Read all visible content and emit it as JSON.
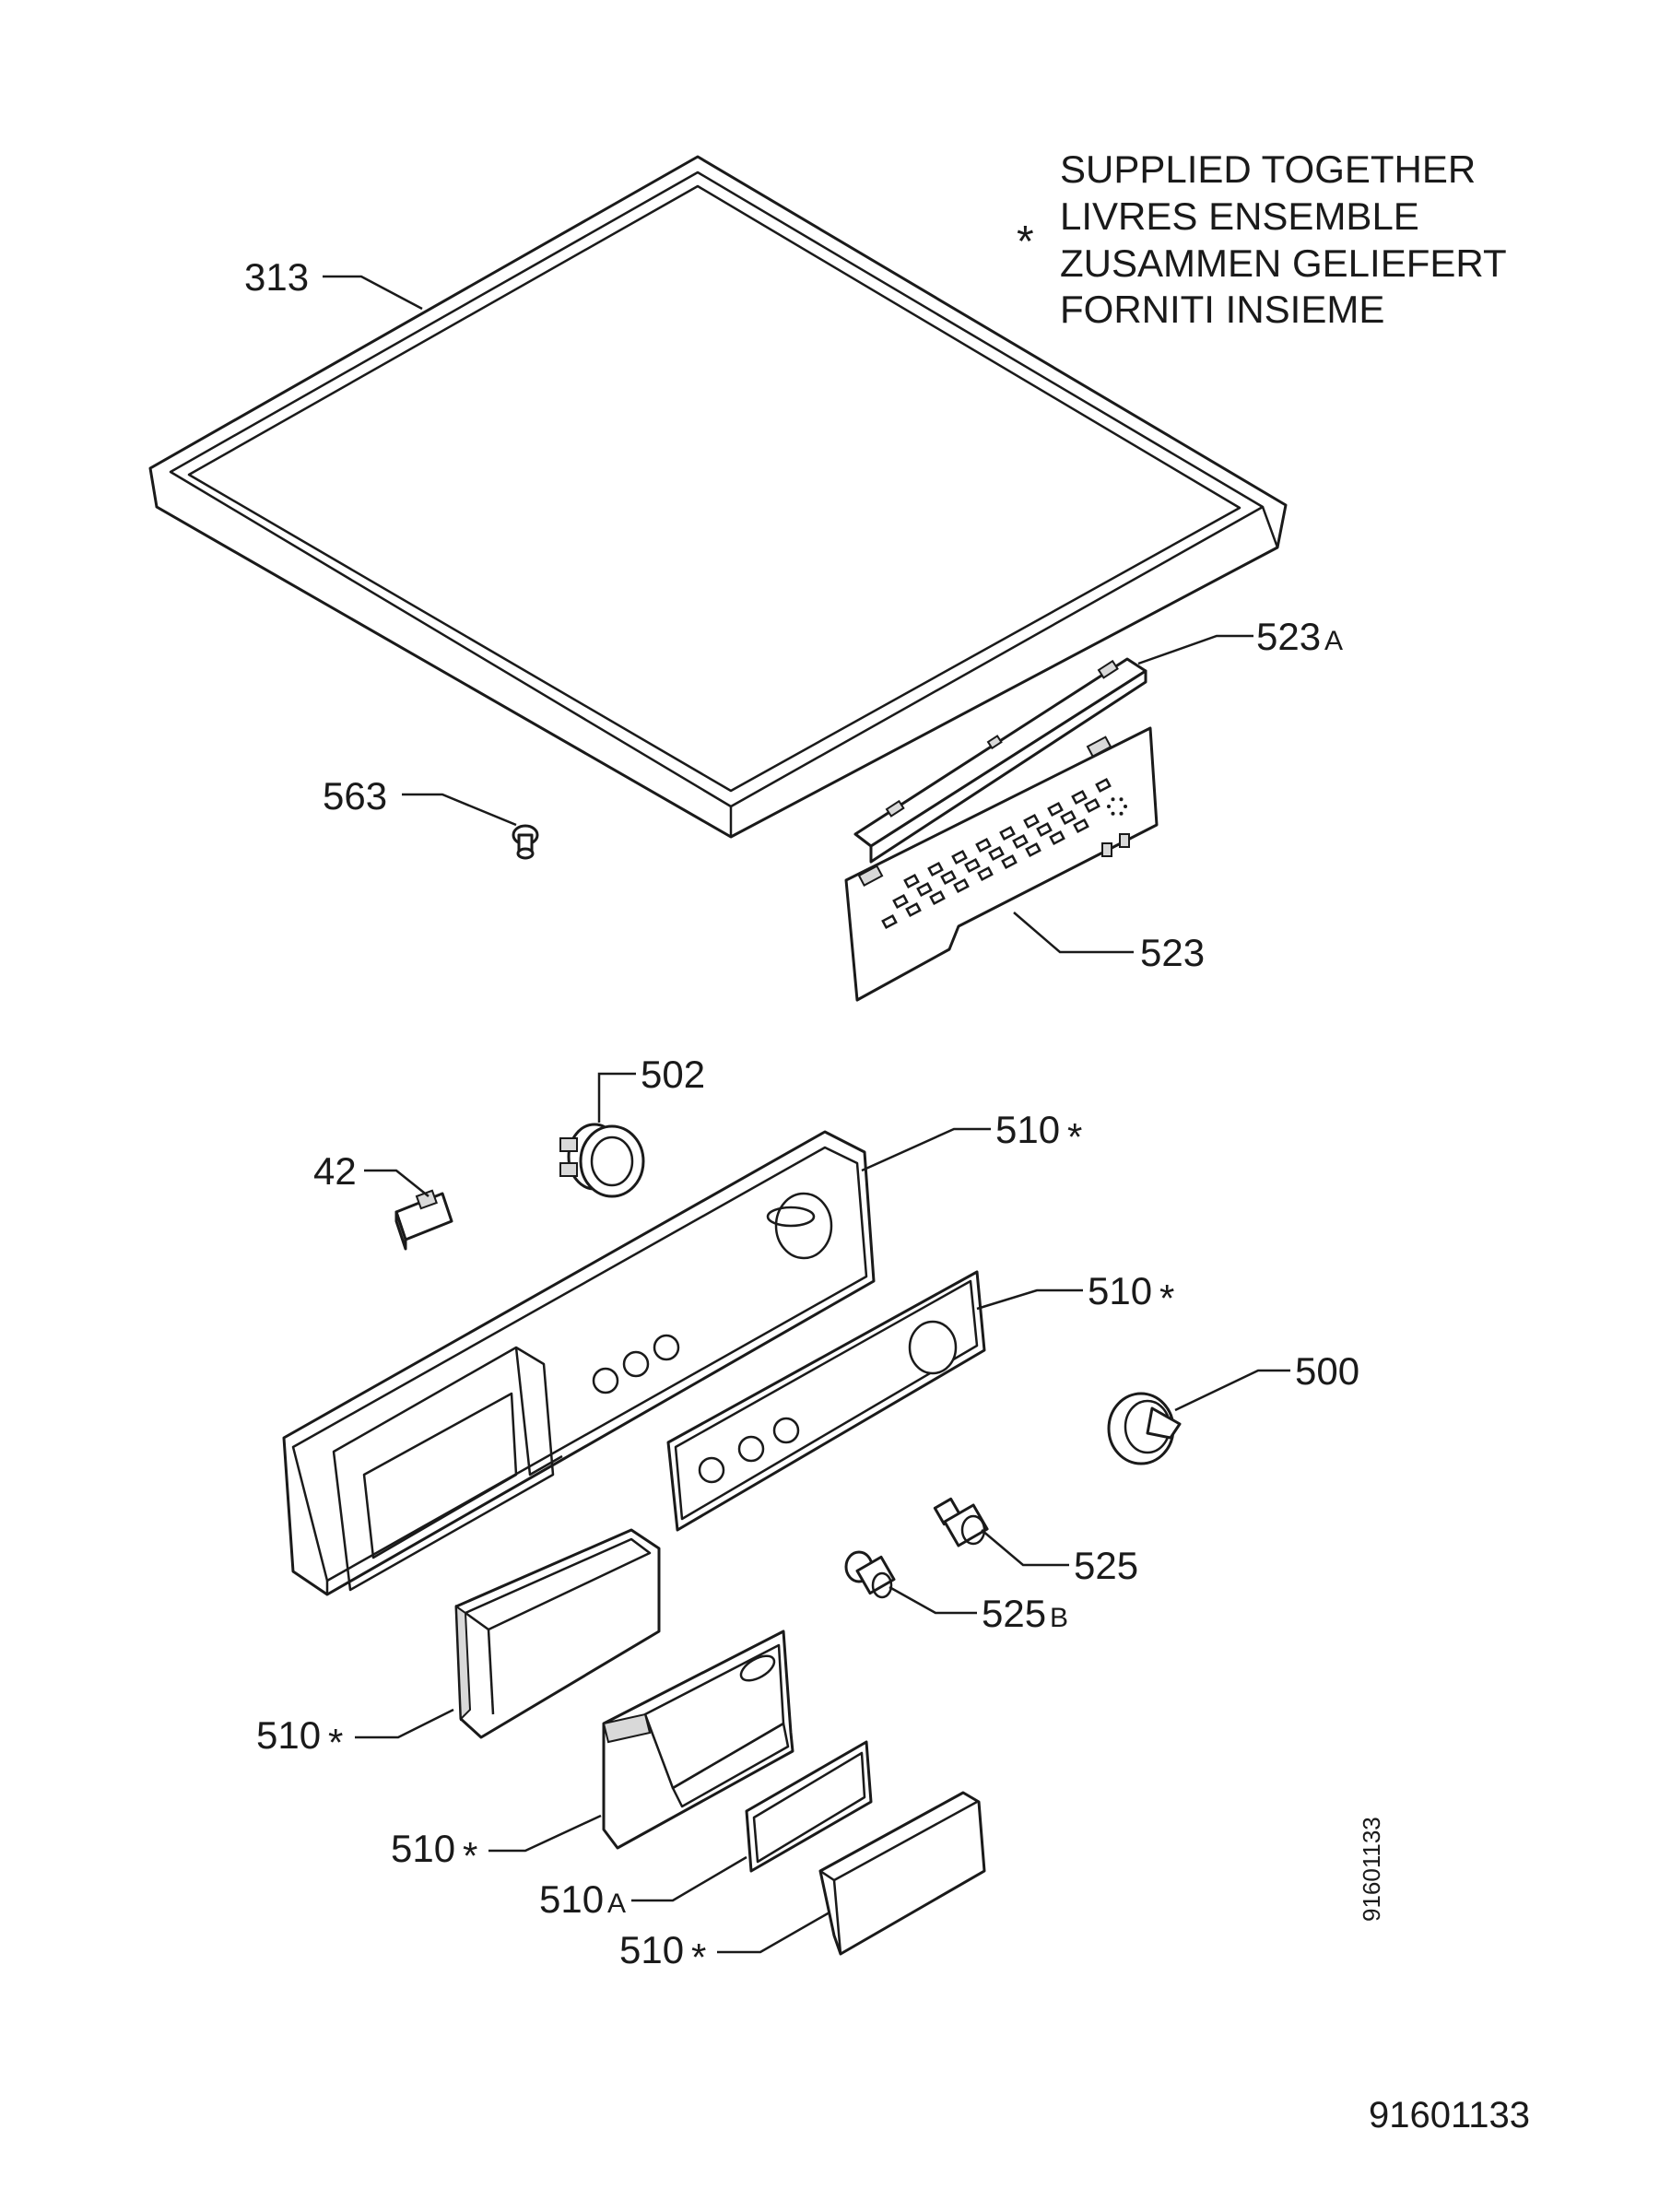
{
  "legend": {
    "symbol": "*",
    "lines": [
      "SUPPLIED TOGETHER",
      "LIVRES ENSEMBLE",
      "ZUSAMMEN GELIEFERT",
      "FORNITI INSIEME"
    ]
  },
  "labels": {
    "p313": "313",
    "p523A_num": "523",
    "p523A_suf": "A",
    "p563": "563",
    "p523": "523",
    "p502": "502",
    "p42": "42",
    "p510_1": "510",
    "p510_2": "510",
    "p500": "500",
    "p525": "525",
    "p525B_num": "525",
    "p525B_suf": "B",
    "p510_3": "510",
    "p510_4": "510",
    "p510A_num": "510",
    "p510A_suf": "A",
    "p510_5": "510",
    "star": "*"
  },
  "drawing_number_side": "91601133",
  "drawing_number_bottom": "91601133"
}
